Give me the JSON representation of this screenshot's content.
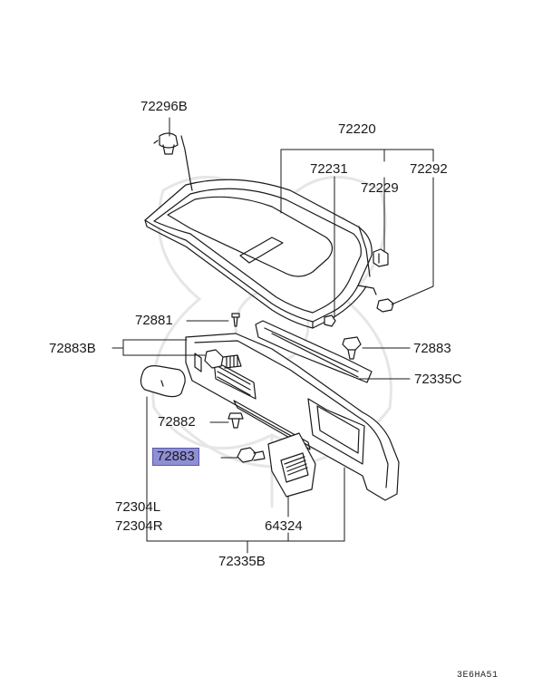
{
  "part_labels": {
    "p72296B": "72296B",
    "p72220": "72220",
    "p72231": "72231",
    "p72292": "72292",
    "p72229": "72229",
    "p72881": "72881",
    "p72883B": "72883B",
    "p72883_right": "72883",
    "p72335C": "72335C",
    "p72882": "72882",
    "p72883_highlighted": "72883",
    "p72304L": "72304L",
    "p72304R": "72304R",
    "p64324": "64324",
    "p72335B": "72335B"
  },
  "diagram_code": "3E6HA51",
  "colors": {
    "line": "#1a1a1a",
    "highlight": "#8f8fd6",
    "watermark": "#e6e6e6"
  }
}
